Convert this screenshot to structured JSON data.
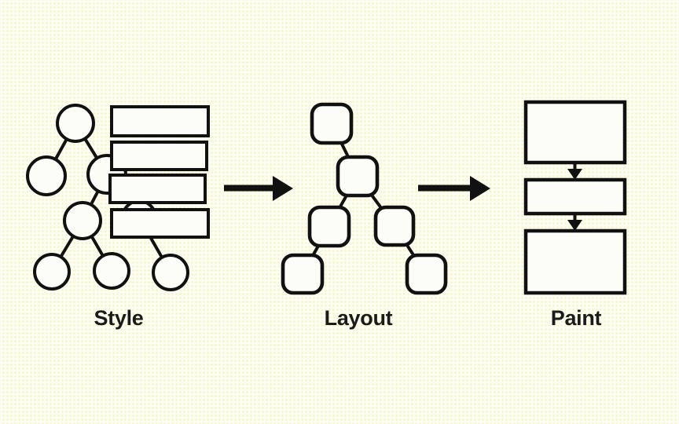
{
  "colors": {
    "ink": "#111111",
    "paper": "#fdfdf8",
    "dot": "#f6f6a8",
    "label": "#1b1b1b"
  },
  "stages": [
    {
      "label": "Style",
      "icon": "dom-tree-with-style-rule-boxes-icon"
    },
    {
      "label": "Layout",
      "icon": "layout-box-tree-icon"
    },
    {
      "label": "Paint",
      "icon": "paint-records-stack-icon"
    }
  ],
  "icons": {
    "stage_connector": "right-arrow-icon",
    "paint_step_connector": "down-arrow-icon"
  }
}
